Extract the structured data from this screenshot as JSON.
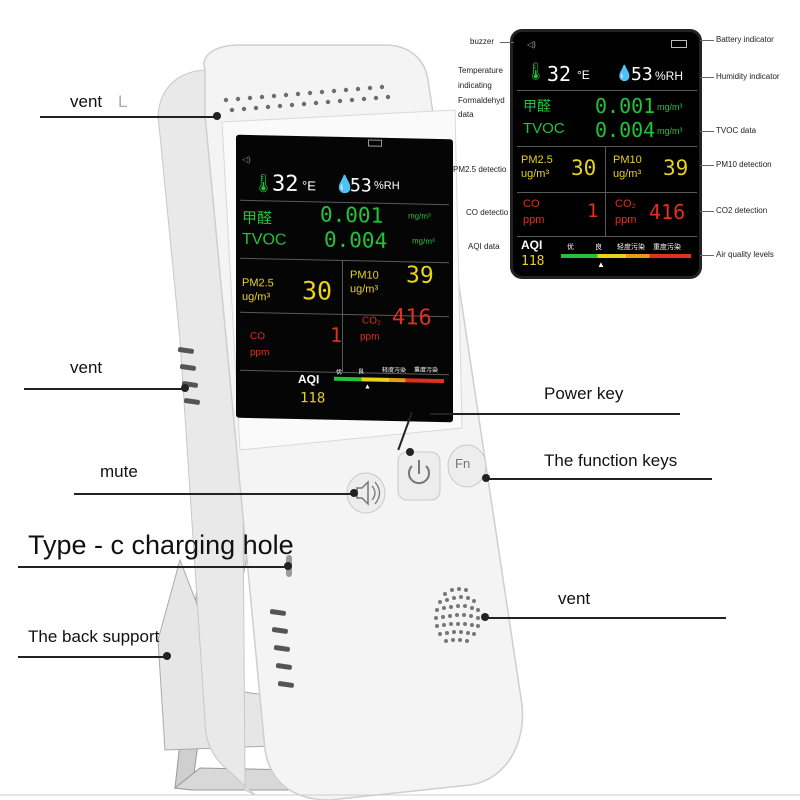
{
  "callouts": {
    "vent_top": "vent",
    "vent_top_garble": "L",
    "vent_side": "vent",
    "mute": "mute",
    "type_c": "Type - c charging hole",
    "back_support": "The back support",
    "power_key": "Power key",
    "function_keys": "The function keys",
    "vent_front": "vent"
  },
  "device_screen": {
    "temperature": "32",
    "temp_unit": "°E",
    "humidity": "53",
    "humidity_unit": "%RH",
    "formaldehyde_label": "甲醛",
    "formaldehyde_value": "0.001",
    "tvoc_label": "TVOC",
    "tvoc_value": "0.004",
    "mg_unit": "mg/m³",
    "pm25_label": "PM2.5",
    "pm25_unit": "ug/m³",
    "pm25_value": "30",
    "pm10_label": "PM10",
    "pm10_unit": "ug/m³",
    "pm10_value": "39",
    "co_label": "CO",
    "co_unit": "ppm",
    "co_value": "1",
    "co2_label": "CO₂",
    "co2_unit": "ppm",
    "co2_value": "416",
    "aqi_label": "AQI",
    "aqi_value": "118",
    "aqi_level_1": "优",
    "aqi_level_2": "良",
    "aqi_level_3": "轻度污染",
    "aqi_level_4": "重度污染"
  },
  "inset_labels": {
    "buzzer": "buzzer",
    "battery": "Battery indicator",
    "temperature": "Temperature",
    "temperature_2": "indicating",
    "humidity": "Humidity indicator",
    "formaldehyde": "Formaldehyd",
    "formaldehyde_2": "data",
    "tvoc": "TVOC data",
    "pm25": "PM2.5 detectio",
    "pm10": "PM10 detection",
    "co": "CO detectio",
    "co2": "CO2 detection",
    "aqi": "AQI data",
    "air_quality": "Air quality levels"
  },
  "buttons": {
    "fn": "Fn"
  },
  "colors": {
    "green": "#22c23a",
    "yellow": "#e8d21a",
    "red": "#e0301e",
    "blue": "#1a6fe0",
    "device_body": "#f2f2f2"
  }
}
